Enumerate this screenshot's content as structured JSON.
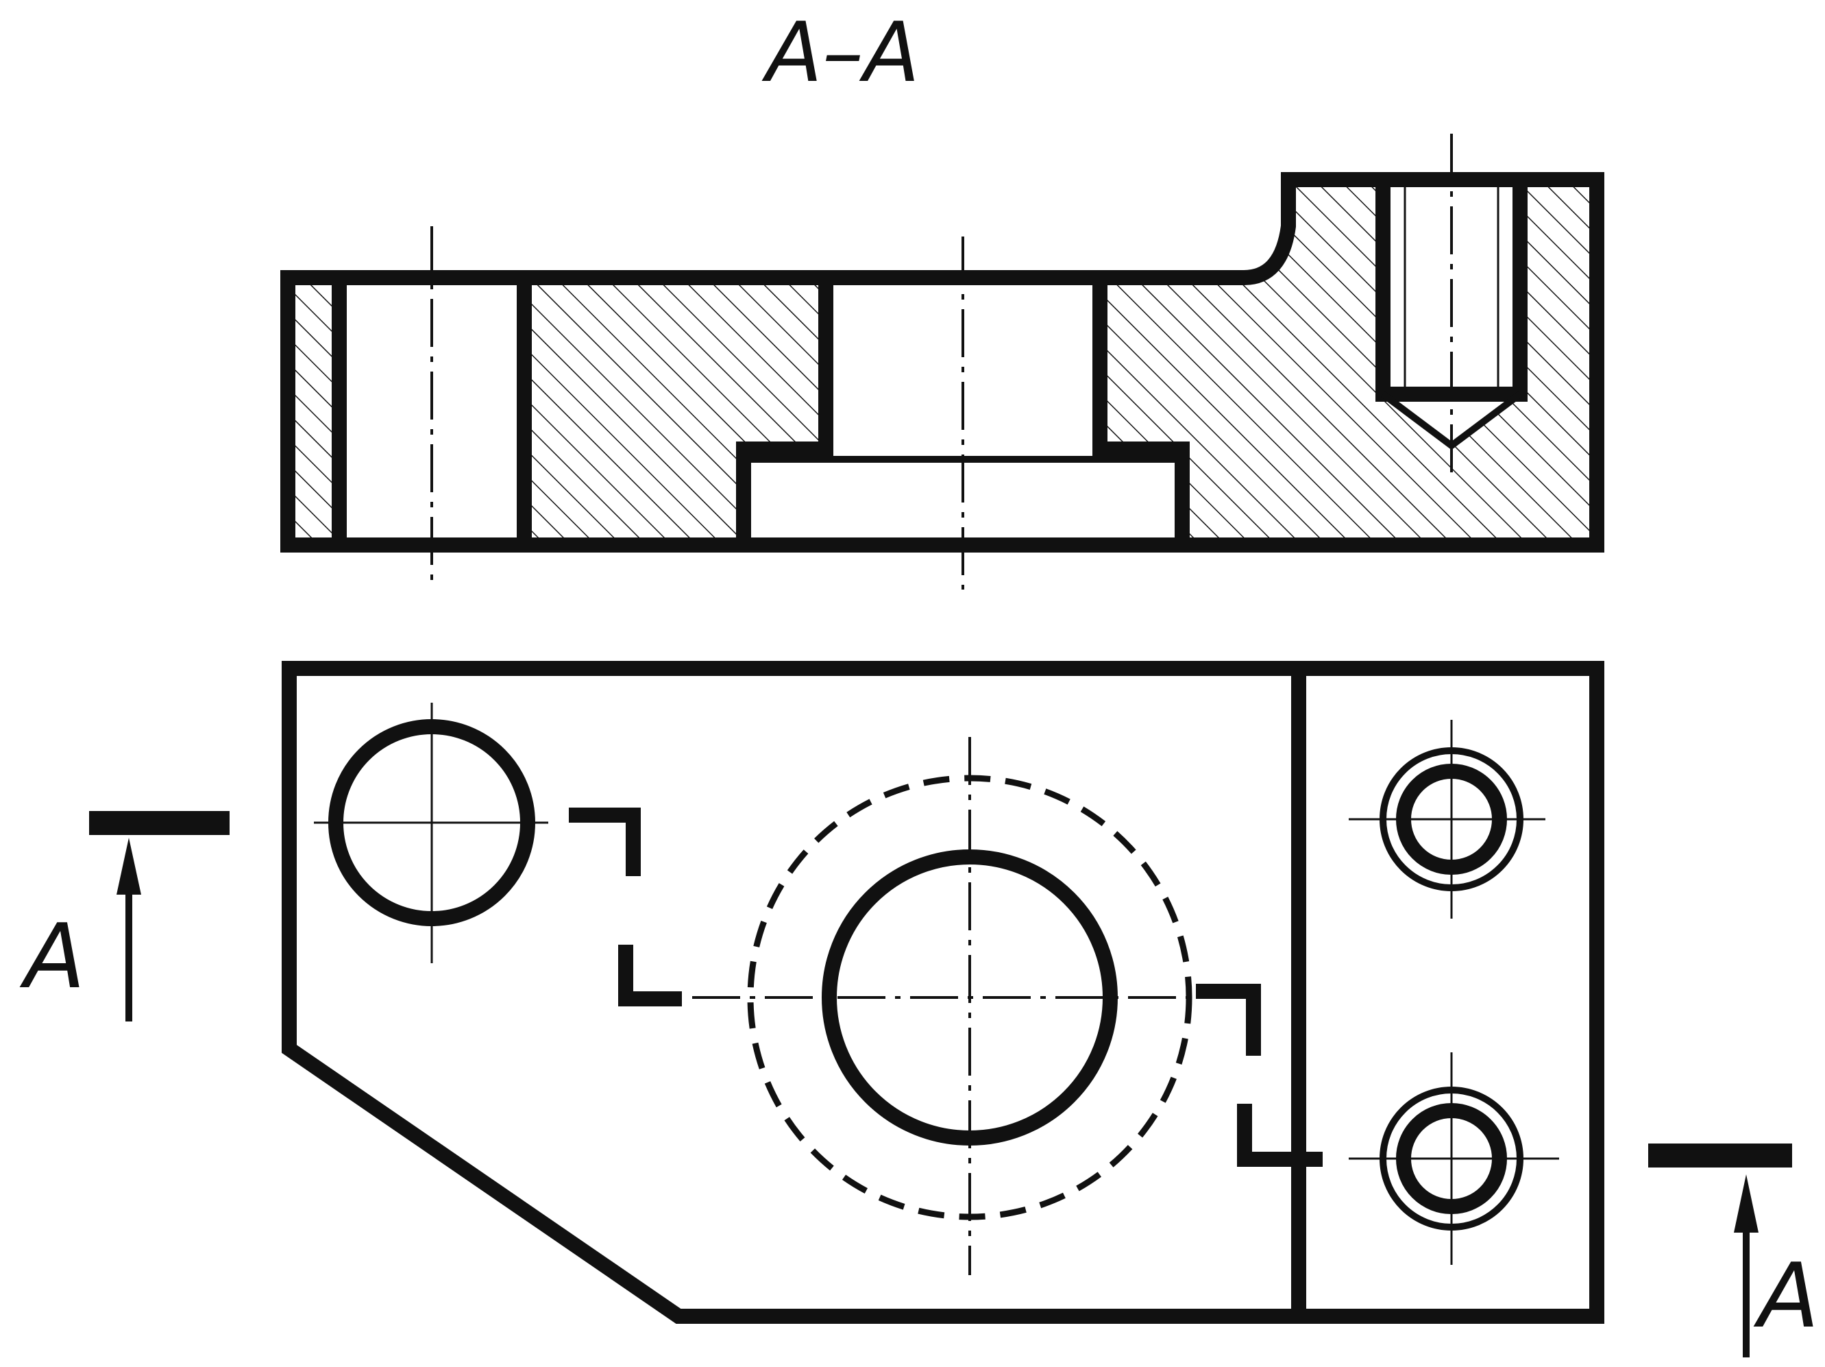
{
  "section_title": "A–A",
  "section_marks": {
    "left_letter": "A",
    "right_letter": "A"
  },
  "colors": {
    "ink": "#111111",
    "paper": "#ffffff"
  },
  "icons": [
    "arrow-up-icon"
  ]
}
